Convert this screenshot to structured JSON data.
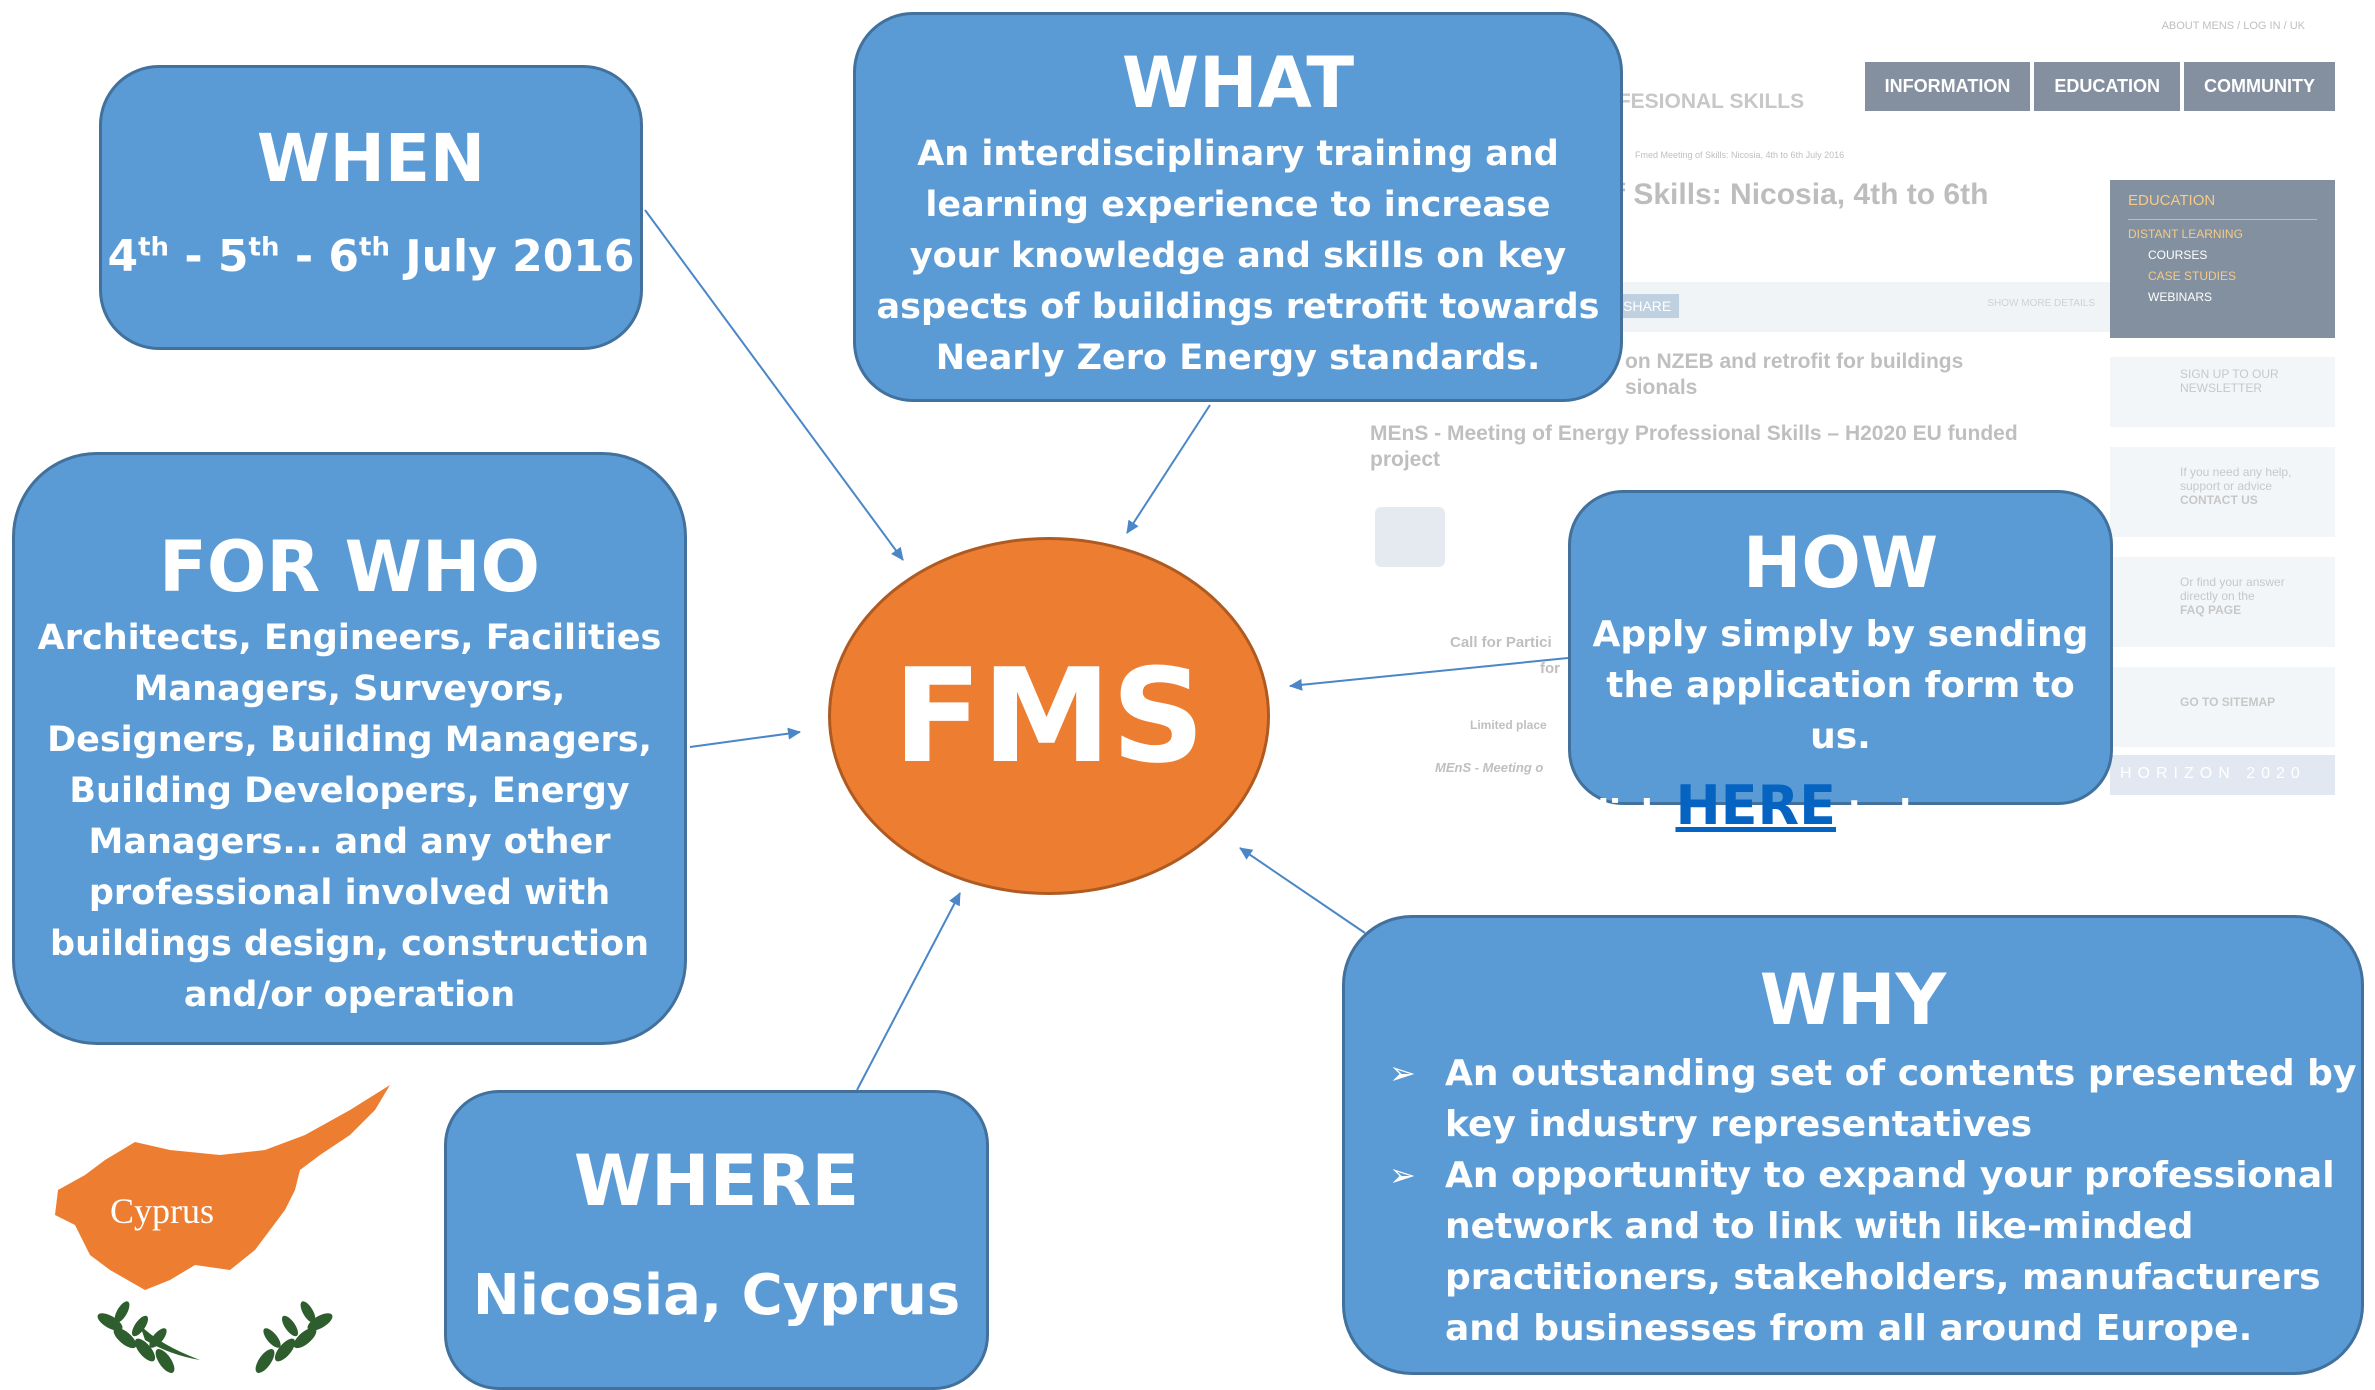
{
  "website": {
    "top_links": "ABOUT MENS  /  LOG IN  /  UK",
    "nav": [
      "INFORMATION",
      "EDUCATION",
      "COMMUNITY"
    ],
    "header_partial": "FFESIONAL SKILLS",
    "breadcrumb": "Fmed Meeting of Skills: Nicosia, 4th to 6th July 2016",
    "title_partial": "f Skills: Nicosia, 4th to 6th",
    "share": "SHARE",
    "show_more": "SHOW MORE DETAILS",
    "line1": "on NZEB and retrofit for buildings",
    "line1b": "sionals",
    "line2": "MEnS - Meeting of Energy Professional Skills – H2020 EU funded",
    "line2b": "project",
    "call": "Call for Partici",
    "call2": "for",
    "limited": "Limited place",
    "mens_footer": "MEnS - Meeting o",
    "sidebar": {
      "education": "EDUCATION",
      "items": [
        "DISTANT LEARNING",
        "COURSES",
        "CASE STUDIES",
        "WEBINARS"
      ],
      "newsletter": "SIGN UP TO OUR NEWSLETTER",
      "help": "If you need any help, support or advice",
      "contact": "CONTACT US",
      "faq_intro": "Or find your answer directly on the",
      "faq": "FAQ PAGE",
      "sitemap": "GO TO SITEMAP",
      "horizon": "HORIZON 2020"
    }
  },
  "when": {
    "title": "WHEN",
    "d1": "4",
    "d2": "5",
    "d3": "6",
    "sup": "th",
    "rest": " July 2016"
  },
  "what": {
    "title": "WHAT",
    "text": "An interdisciplinary training and learning experience to increase your knowledge and skills on key aspects of buildings retrofit towards Nearly Zero Energy standards."
  },
  "forwho": {
    "title": "FOR WHO",
    "text": "Architects, Engineers, Facilities Managers, Surveyors, Designers, Building Managers, Building Developers, Energy Managers... and any other professional involved with buildings design, construction and/or operation"
  },
  "how": {
    "title": "HOW",
    "text": "Apply simply by sending the application form to us.",
    "click": "Click",
    "link": "HERE",
    "after": "to learn more"
  },
  "why": {
    "title": "WHY",
    "items": [
      "An outstanding set of contents presented by key industry representatives",
      "An opportunity to expand your professional network and to link with like-minded practitioners, stakeholders, manufacturers and businesses from all around Europe."
    ]
  },
  "where": {
    "title": "WHERE",
    "place": "Nicosia, Cyprus"
  },
  "center": "FMS",
  "map_label": "Cyprus",
  "colors": {
    "box": "#5b9bd5",
    "center": "#ed7d31",
    "link": "#0563c1"
  }
}
